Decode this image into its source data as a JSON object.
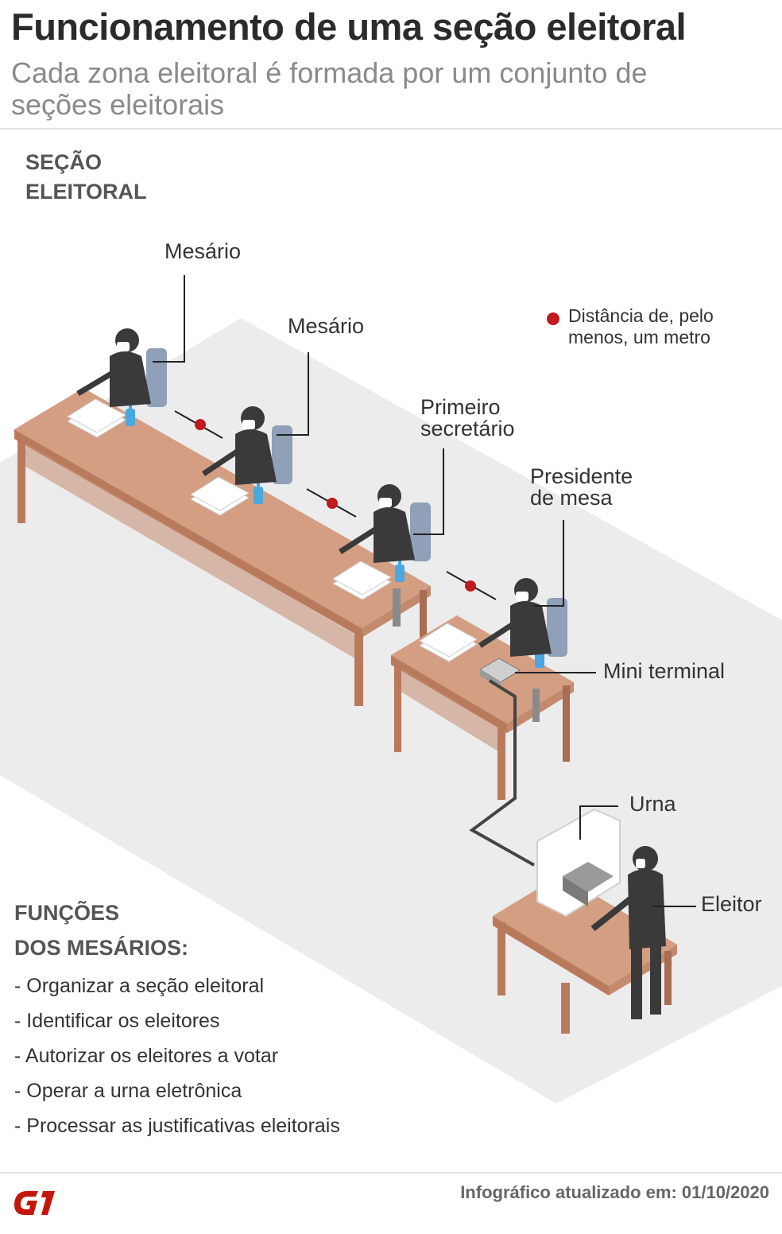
{
  "header": {
    "title": "Funcionamento de uma seção eleitoral",
    "subtitle": "Cada zona eleitoral é formada por um conjunto de seções eleitorais"
  },
  "section_label": {
    "line1": "SEÇÃO",
    "line2": "ELEITORAL"
  },
  "legend": {
    "line1": "Distância de, pelo",
    "line2": "menos, um metro",
    "dot_color": "#c0191e"
  },
  "labels": {
    "mesario_1": "Mesário",
    "mesario_2": "Mesário",
    "primeiro_secretario_1": "Primeiro",
    "primeiro_secretario_2": "secretário",
    "presidente_1": "Presidente",
    "presidente_2": "de mesa",
    "mini_terminal": "Mini terminal",
    "urna": "Urna",
    "eleitor": "Eleitor"
  },
  "functions": {
    "title_line1": "FUNÇÕES",
    "title_line2": "DOS MESÁRIOS:",
    "items": [
      "- Organizar a seção eleitoral",
      "- Identificar os eleitores",
      "- Autorizar os eleitores a votar",
      "- Operar a urna eletrônica",
      "- Processar as justificativas eleitorais"
    ]
  },
  "footer": {
    "logo": "G1",
    "credit": "Infográfico atualizado em: 01/10/2020"
  },
  "colors": {
    "floor": "#ececec",
    "table_top": "#d49e82",
    "table_side": "#b97a5c",
    "person": "#3a3a3a",
    "chair": "#8fa0b8",
    "bottle": "#4aa7e0",
    "accent_red": "#c0191e"
  }
}
